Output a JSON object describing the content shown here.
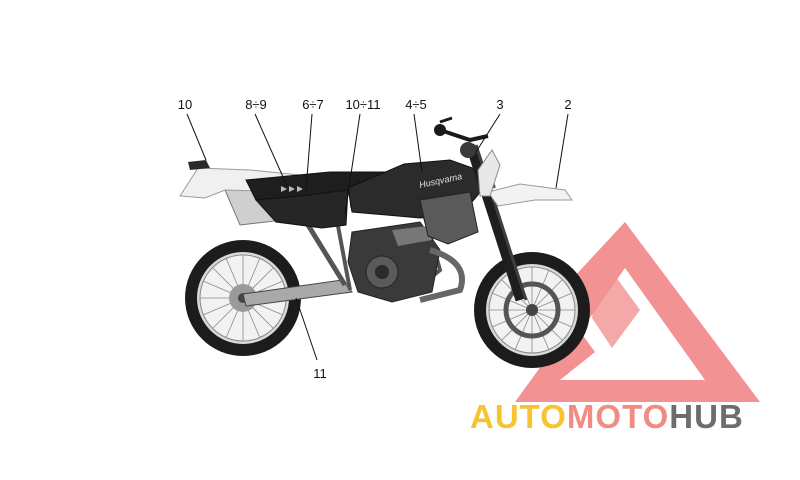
{
  "callouts": [
    {
      "id": "c10a",
      "label": "10"
    },
    {
      "id": "c89",
      "label": "8÷9"
    },
    {
      "id": "c67",
      "label": "6÷7"
    },
    {
      "id": "c1011",
      "label": "10÷11"
    },
    {
      "id": "c45",
      "label": "4÷5"
    },
    {
      "id": "c3",
      "label": "3"
    },
    {
      "id": "c2",
      "label": "2"
    },
    {
      "id": "c11",
      "label": "11"
    }
  ],
  "decal": {
    "brand": "Husqvarna"
  },
  "watermark": {
    "parts": [
      "AUTO",
      "MOTO",
      "HUB"
    ],
    "colors": {
      "auto": "#f5c430",
      "moto": "#f28b82",
      "hub": "#6d6d6d",
      "triangle": "#f07f7f"
    }
  }
}
